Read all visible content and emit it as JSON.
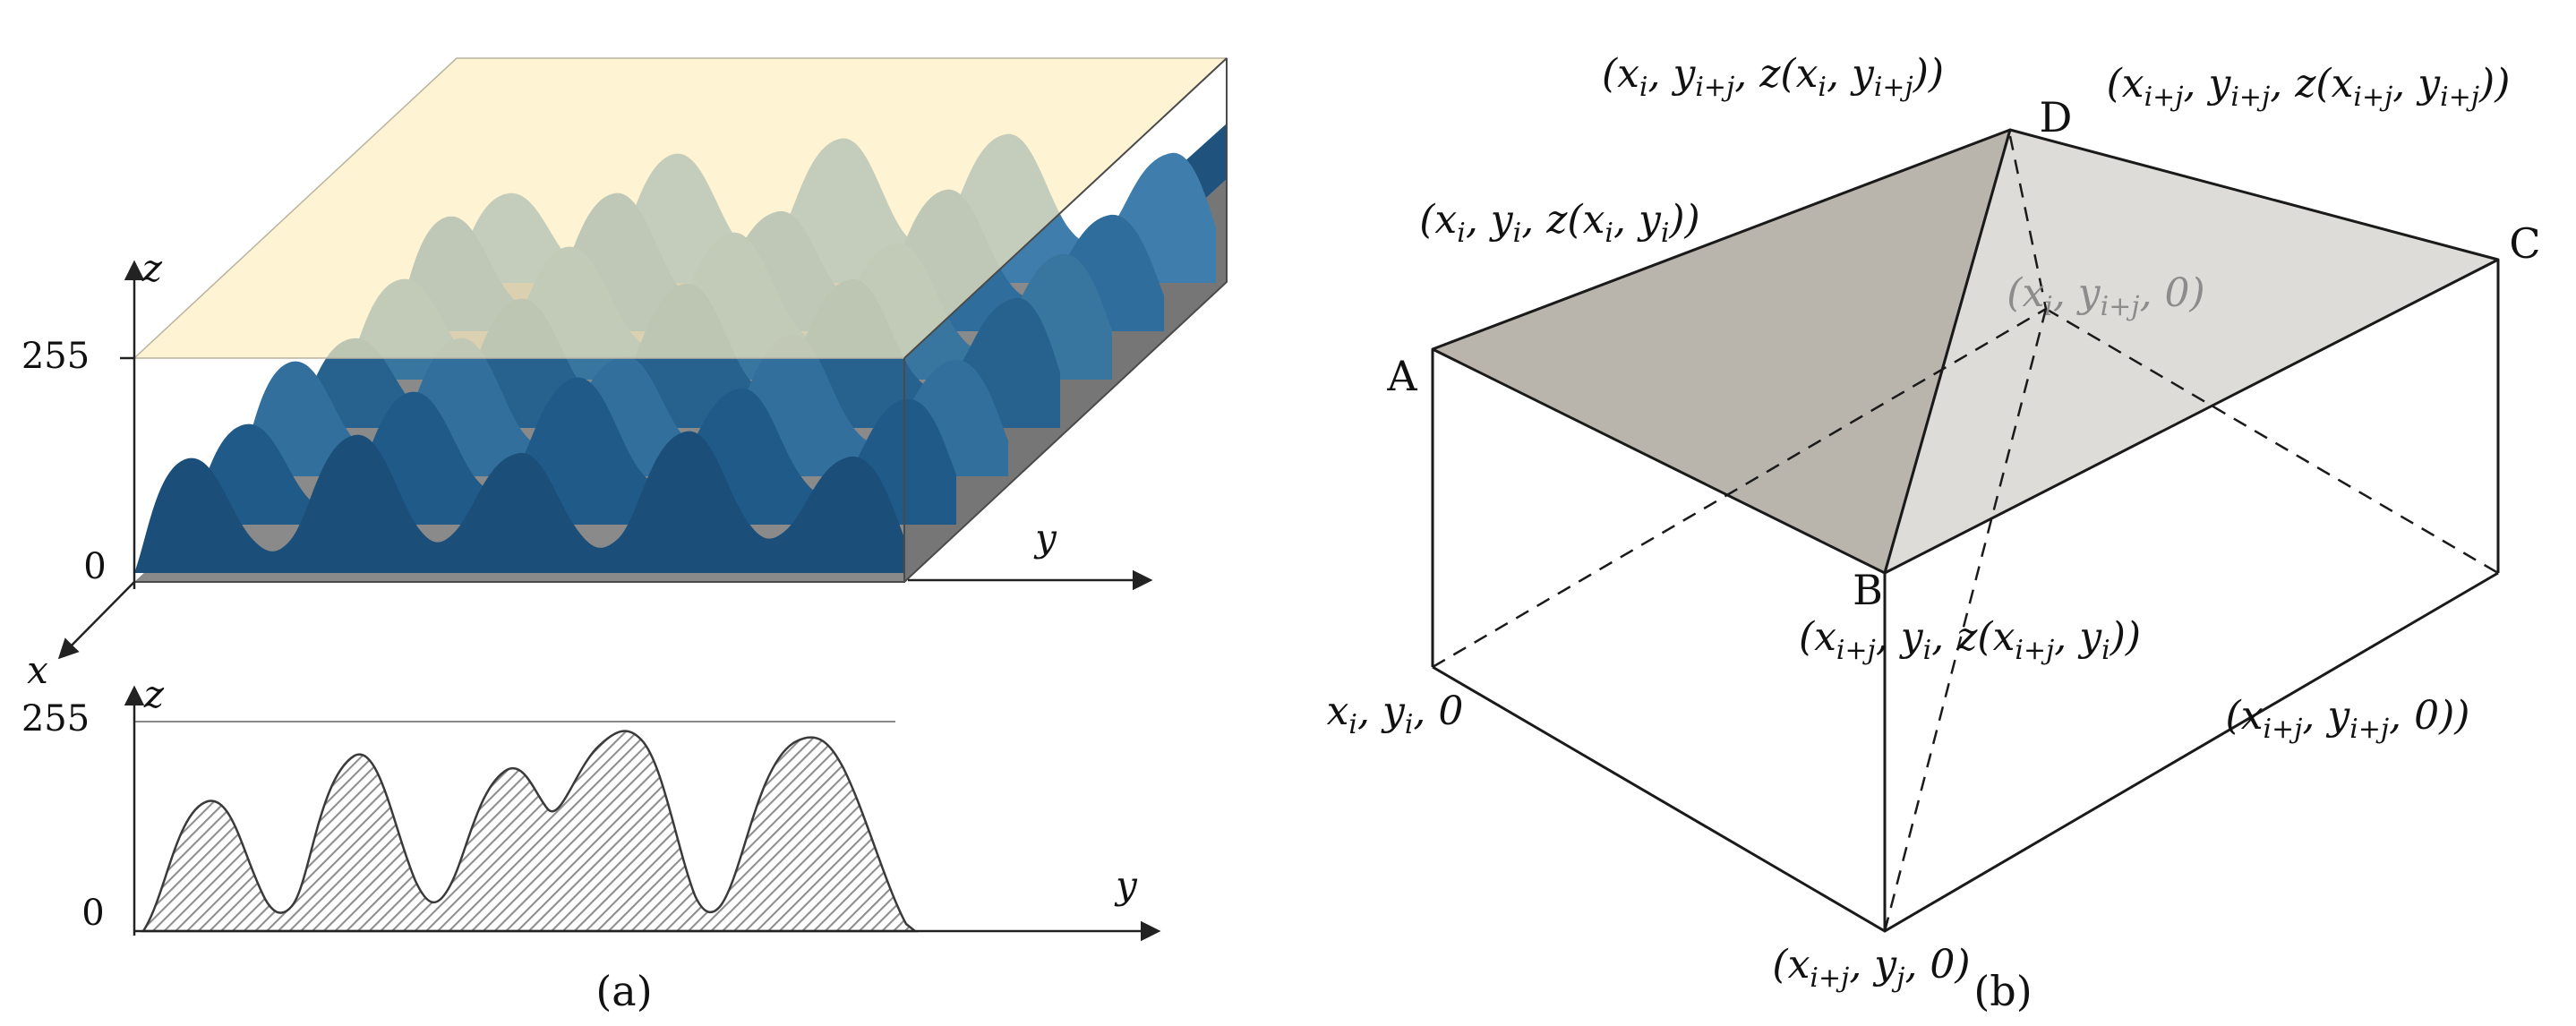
{
  "figure": {
    "panels": {
      "a": {
        "caption": "(a)",
        "surface_plot": {
          "z_label": "z",
          "x_label": "x",
          "y_label": "y",
          "z_max": "255",
          "z_min": "0"
        },
        "profile_plot": {
          "z_label": "z",
          "y_label": "y",
          "z_max": "255",
          "z_min": "0"
        }
      },
      "b": {
        "caption": "(b)",
        "vertices": {
          "a": "A",
          "b": "B",
          "c": "C",
          "d": "D"
        },
        "labels": {
          "d_top_left": "(x_{i}, y_{i+j}, z(x_{i}, y_{i+j}))",
          "top_right": "(x_{i+j}, y_{i+j}, z(x_{i+j}, y_{i+j}))",
          "a_top": "(x_{i}, y_{i}, z(x_{i}, y_{i}))",
          "hidden_corner": "(x_{i}, y_{i+j}, 0)",
          "b_below": "(x_{i+j}, y_{i}, z(x_{i+j}, y_{i}))",
          "bottom_left": "x_{i}, y_{i}, 0",
          "bottom_front": "(x_{i+j}, y_{j}, 0)",
          "bottom_right": "(x_{i+j}, y_{i+j}, 0))"
        }
      }
    },
    "colors": {
      "plane_top": "#fdf0c2",
      "base_gray": "#8a8a8a",
      "base_side_gray": "#767676",
      "surface_blue": "#2a6897",
      "surface_edge_blue": "#1f527c",
      "triangle_left": "#b9b5ad",
      "triangle_right": "#dedcd8",
      "hidden_label_gray": "#8c8c8c"
    }
  }
}
